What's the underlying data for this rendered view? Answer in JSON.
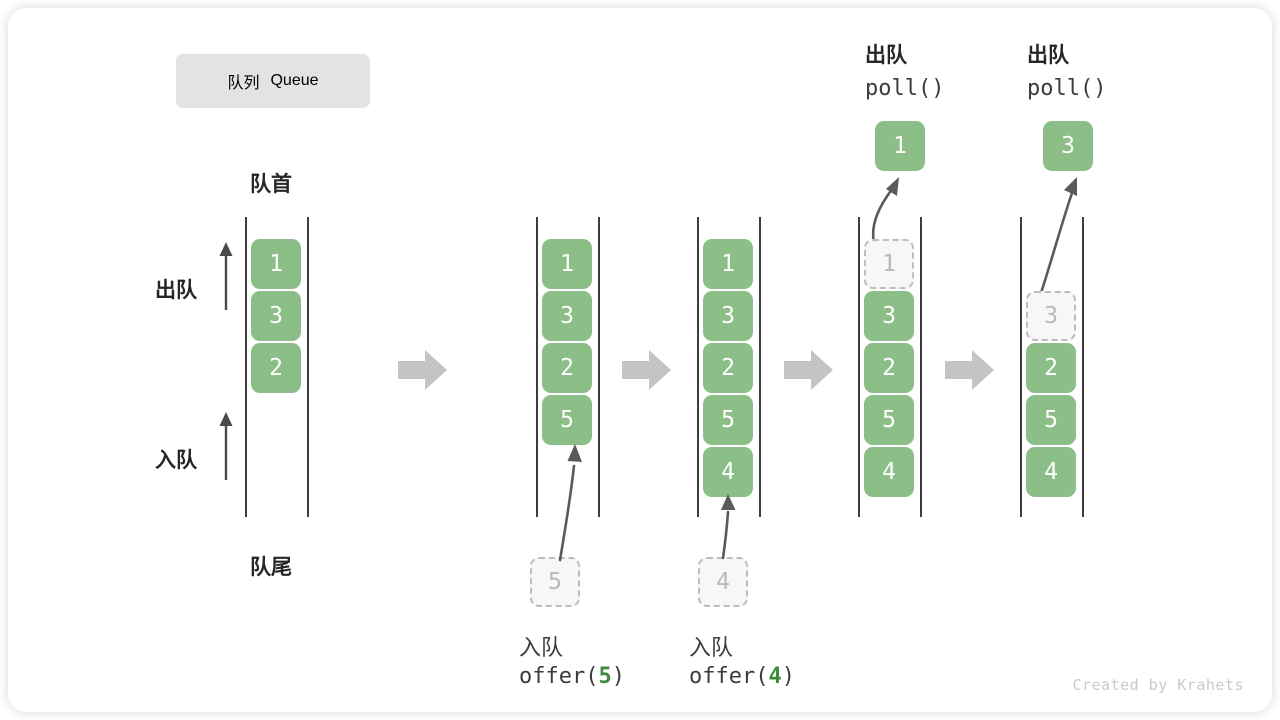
{
  "title": {
    "cn": "队列",
    "en": "Queue"
  },
  "labels": {
    "head": "队首",
    "tail": "队尾",
    "dequeue": "出队",
    "enqueue": "入队"
  },
  "colors": {
    "element_fill": "#8cbe87",
    "element_text": "#ffffff",
    "ghost_fill": "#f7f7f7",
    "ghost_border": "#bdbdbd",
    "ghost_text": "#b9b9b9",
    "rail": "#3d3d3d",
    "step_arrow": "#c4c4c4",
    "motion_arrow": "#5a5a5a",
    "badge_bg": "#e3e3e3",
    "highlight_number": "#3c8c3c",
    "watermark": "#c9c9c9"
  },
  "panels": [
    {
      "id": "panel-initial",
      "cells": [
        {
          "value": "1",
          "state": "filled"
        },
        {
          "value": "3",
          "state": "filled"
        },
        {
          "value": "2",
          "state": "filled"
        }
      ],
      "caption_cn": "",
      "caption_code": "",
      "caption_code_arg": "",
      "incoming": null,
      "outgoing": null
    },
    {
      "id": "panel-offer-5",
      "cells": [
        {
          "value": "1",
          "state": "filled"
        },
        {
          "value": "3",
          "state": "filled"
        },
        {
          "value": "2",
          "state": "filled"
        },
        {
          "value": "5",
          "state": "filled"
        }
      ],
      "caption_cn": "入队",
      "caption_code_prefix": "offer(",
      "caption_code_arg": "5",
      "caption_code_suffix": ")",
      "incoming": {
        "value": "5",
        "state": "ghost"
      },
      "outgoing": null
    },
    {
      "id": "panel-offer-4",
      "cells": [
        {
          "value": "1",
          "state": "filled"
        },
        {
          "value": "3",
          "state": "filled"
        },
        {
          "value": "2",
          "state": "filled"
        },
        {
          "value": "5",
          "state": "filled"
        },
        {
          "value": "4",
          "state": "filled"
        }
      ],
      "caption_cn": "入队",
      "caption_code_prefix": "offer(",
      "caption_code_arg": "4",
      "caption_code_suffix": ")",
      "incoming": {
        "value": "4",
        "state": "ghost"
      },
      "outgoing": null
    },
    {
      "id": "panel-poll-1",
      "cells": [
        {
          "value": "1",
          "state": "ghost"
        },
        {
          "value": "3",
          "state": "filled"
        },
        {
          "value": "2",
          "state": "filled"
        },
        {
          "value": "5",
          "state": "filled"
        },
        {
          "value": "4",
          "state": "filled"
        }
      ],
      "caption_cn": "出队",
      "caption_code_prefix": "poll(",
      "caption_code_arg": "",
      "caption_code_suffix": ")",
      "incoming": null,
      "outgoing": {
        "value": "1",
        "state": "filled"
      }
    },
    {
      "id": "panel-poll-3",
      "cells": [
        {
          "value": "",
          "state": "empty"
        },
        {
          "value": "3",
          "state": "ghost"
        },
        {
          "value": "2",
          "state": "filled"
        },
        {
          "value": "5",
          "state": "filled"
        },
        {
          "value": "4",
          "state": "filled"
        }
      ],
      "caption_cn": "出队",
      "caption_code_prefix": "poll(",
      "caption_code_arg": "",
      "caption_code_suffix": ")",
      "incoming": null,
      "outgoing": {
        "value": "3",
        "state": "filled"
      }
    }
  ],
  "watermark": "Created by Krahets"
}
